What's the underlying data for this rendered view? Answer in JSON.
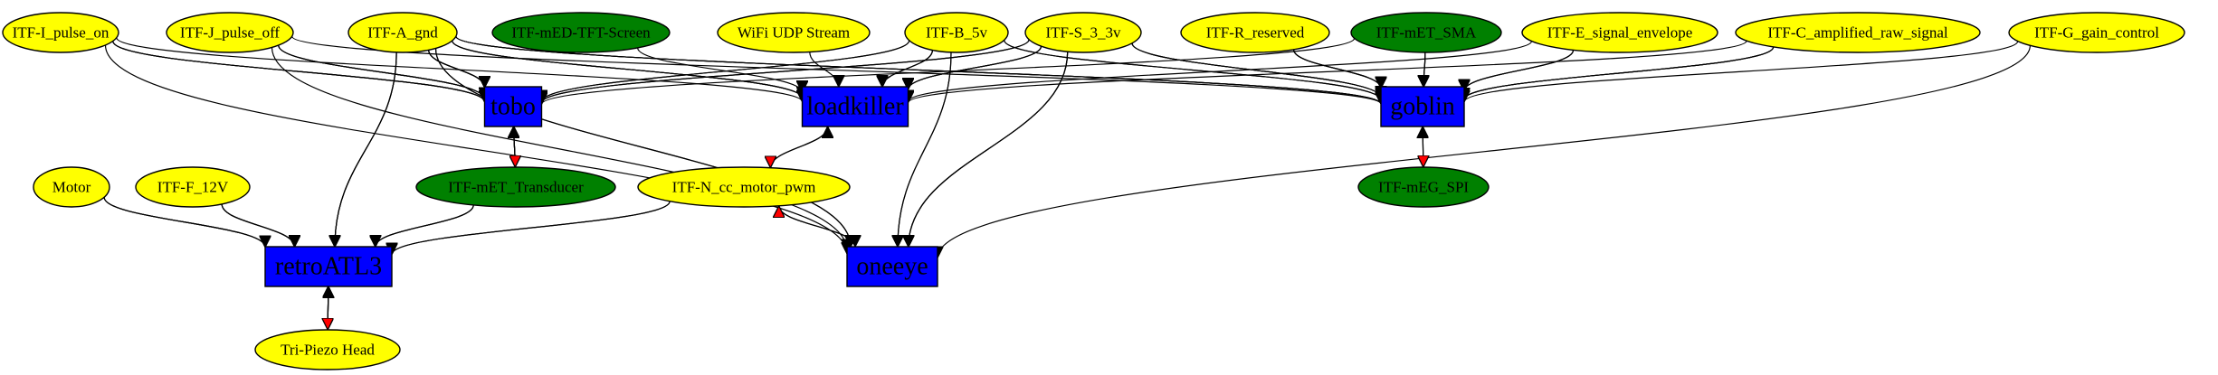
{
  "colors": {
    "interface_yellow": "#ffff00",
    "interface_green": "#008000",
    "module_blue": "#0000ff",
    "edge": "#000000",
    "arrow_red": "#ff0000"
  },
  "nodes": [
    {
      "id": "itf-i-pulse-on",
      "label": "ITF-I_pulse_on",
      "kind": "interface",
      "color": "yellow"
    },
    {
      "id": "itf-j-pulse-off",
      "label": "ITF-J_pulse_off",
      "kind": "interface",
      "color": "yellow"
    },
    {
      "id": "itf-a-gnd",
      "label": "ITF-A_gnd",
      "kind": "interface",
      "color": "yellow"
    },
    {
      "id": "itf-med-tft-screen",
      "label": "ITF-mED-TFT-Screen",
      "kind": "interface",
      "color": "green"
    },
    {
      "id": "wifi-udp-stream",
      "label": "WiFi UDP Stream",
      "kind": "interface",
      "color": "yellow"
    },
    {
      "id": "itf-b-5v",
      "label": "ITF-B_5v",
      "kind": "interface",
      "color": "yellow"
    },
    {
      "id": "itf-s-3-3v",
      "label": "ITF-S_3_3v",
      "kind": "interface",
      "color": "yellow"
    },
    {
      "id": "itf-r-reserved",
      "label": "ITF-R_reserved",
      "kind": "interface",
      "color": "yellow"
    },
    {
      "id": "itf-met-sma",
      "label": "ITF-mET_SMA",
      "kind": "interface",
      "color": "green"
    },
    {
      "id": "itf-e-signal-envelope",
      "label": "ITF-E_signal_envelope",
      "kind": "interface",
      "color": "yellow"
    },
    {
      "id": "itf-c-amplified-raw-signal",
      "label": "ITF-C_amplified_raw_signal",
      "kind": "interface",
      "color": "yellow"
    },
    {
      "id": "itf-g-gain-control",
      "label": "ITF-G_gain_control",
      "kind": "interface",
      "color": "yellow"
    },
    {
      "id": "tobo",
      "label": "tobo",
      "kind": "module",
      "color": "blue"
    },
    {
      "id": "loadkiller",
      "label": "loadkiller",
      "kind": "module",
      "color": "blue"
    },
    {
      "id": "goblin",
      "label": "goblin",
      "kind": "module",
      "color": "blue"
    },
    {
      "id": "motor",
      "label": "Motor",
      "kind": "interface",
      "color": "yellow"
    },
    {
      "id": "itf-f-12v",
      "label": "ITF-F_12V",
      "kind": "interface",
      "color": "yellow"
    },
    {
      "id": "itf-met-transducer",
      "label": "ITF-mET_Transducer",
      "kind": "interface",
      "color": "green"
    },
    {
      "id": "itf-n-cc-motor-pwm",
      "label": "ITF-N_cc_motor_pwm",
      "kind": "interface",
      "color": "yellow"
    },
    {
      "id": "itf-meg-spi",
      "label": "ITF-mEG_SPI",
      "kind": "interface",
      "color": "green"
    },
    {
      "id": "retroatl3",
      "label": "retroATL3",
      "kind": "module",
      "color": "blue"
    },
    {
      "id": "oneeye",
      "label": "oneeye",
      "kind": "module",
      "color": "blue"
    },
    {
      "id": "tri-piezo-head",
      "label": "Tri-Piezo Head",
      "kind": "interface",
      "color": "yellow"
    }
  ],
  "edges": [
    {
      "from": "itf-i-pulse-on",
      "to": "tobo",
      "count": 3
    },
    {
      "from": "itf-i-pulse-on",
      "to": "oneeye",
      "count": 1
    },
    {
      "from": "itf-i-pulse-on",
      "to": "loadkiller",
      "count": 1
    },
    {
      "from": "itf-j-pulse-off",
      "to": "tobo",
      "count": 3
    },
    {
      "from": "itf-j-pulse-off",
      "to": "oneeye",
      "count": 1
    },
    {
      "from": "itf-j-pulse-off",
      "to": "goblin",
      "count": 1
    },
    {
      "from": "itf-a-gnd",
      "to": "tobo",
      "count": 3
    },
    {
      "from": "itf-a-gnd",
      "to": "retroatl3",
      "count": 3
    },
    {
      "from": "itf-a-gnd",
      "to": "loadkiller",
      "count": 3
    },
    {
      "from": "itf-a-gnd",
      "to": "goblin",
      "count": 3
    },
    {
      "from": "itf-a-gnd",
      "to": "oneeye",
      "count": 2
    },
    {
      "from": "itf-med-tft-screen",
      "to": "loadkiller",
      "count": 1
    },
    {
      "from": "wifi-udp-stream",
      "to": "loadkiller",
      "count": 1
    },
    {
      "from": "itf-b-5v",
      "to": "loadkiller",
      "count": 3
    },
    {
      "from": "itf-b-5v",
      "to": "tobo",
      "count": 2
    },
    {
      "from": "itf-b-5v",
      "to": "goblin",
      "count": 2
    },
    {
      "from": "itf-b-5v",
      "to": "oneeye",
      "count": 2
    },
    {
      "from": "itf-s-3-3v",
      "to": "loadkiller",
      "count": 3
    },
    {
      "from": "itf-s-3-3v",
      "to": "tobo",
      "count": 2
    },
    {
      "from": "itf-s-3-3v",
      "to": "goblin",
      "count": 3
    },
    {
      "from": "itf-s-3-3v",
      "to": "oneeye",
      "count": 3
    },
    {
      "from": "itf-r-reserved",
      "to": "goblin",
      "count": 3
    },
    {
      "from": "itf-met-sma",
      "to": "goblin",
      "count": 3
    },
    {
      "from": "itf-met-sma",
      "to": "tobo",
      "count": 1
    },
    {
      "from": "itf-e-signal-envelope",
      "to": "goblin",
      "count": 3
    },
    {
      "from": "itf-e-signal-envelope",
      "to": "loadkiller",
      "count": 1
    },
    {
      "from": "itf-c-amplified-raw-signal",
      "to": "goblin",
      "count": 3
    },
    {
      "from": "itf-c-amplified-raw-signal",
      "to": "loadkiller",
      "count": 1
    },
    {
      "from": "itf-g-gain-control",
      "to": "goblin",
      "count": 1
    },
    {
      "from": "itf-g-gain-control",
      "to": "oneeye",
      "count": 1
    },
    {
      "from": "motor",
      "to": "retroatl3",
      "count": 3
    },
    {
      "from": "itf-f-12v",
      "to": "retroatl3",
      "count": 3
    },
    {
      "from": "itf-met-transducer",
      "to": "tobo",
      "count": 3
    },
    {
      "from": "tobo",
      "to": "itf-met-transducer",
      "count": 1,
      "arrow": "red"
    },
    {
      "from": "itf-met-transducer",
      "to": "retroatl3",
      "count": 3
    },
    {
      "from": "itf-n-cc-motor-pwm",
      "to": "loadkiller",
      "count": 1
    },
    {
      "from": "loadkiller",
      "to": "itf-n-cc-motor-pwm",
      "count": 1,
      "arrow": "red"
    },
    {
      "from": "itf-n-cc-motor-pwm",
      "to": "oneeye",
      "count": 1
    },
    {
      "from": "oneeye",
      "to": "itf-n-cc-motor-pwm",
      "count": 1,
      "arrow": "red"
    },
    {
      "from": "itf-n-cc-motor-pwm",
      "to": "retroatl3",
      "count": 2
    },
    {
      "from": "itf-meg-spi",
      "to": "goblin",
      "count": 1
    },
    {
      "from": "goblin",
      "to": "itf-meg-spi",
      "count": 1,
      "arrow": "red"
    },
    {
      "from": "tri-piezo-head",
      "to": "retroatl3",
      "count": 3
    },
    {
      "from": "retroatl3",
      "to": "tri-piezo-head",
      "count": 1,
      "arrow": "red"
    }
  ]
}
